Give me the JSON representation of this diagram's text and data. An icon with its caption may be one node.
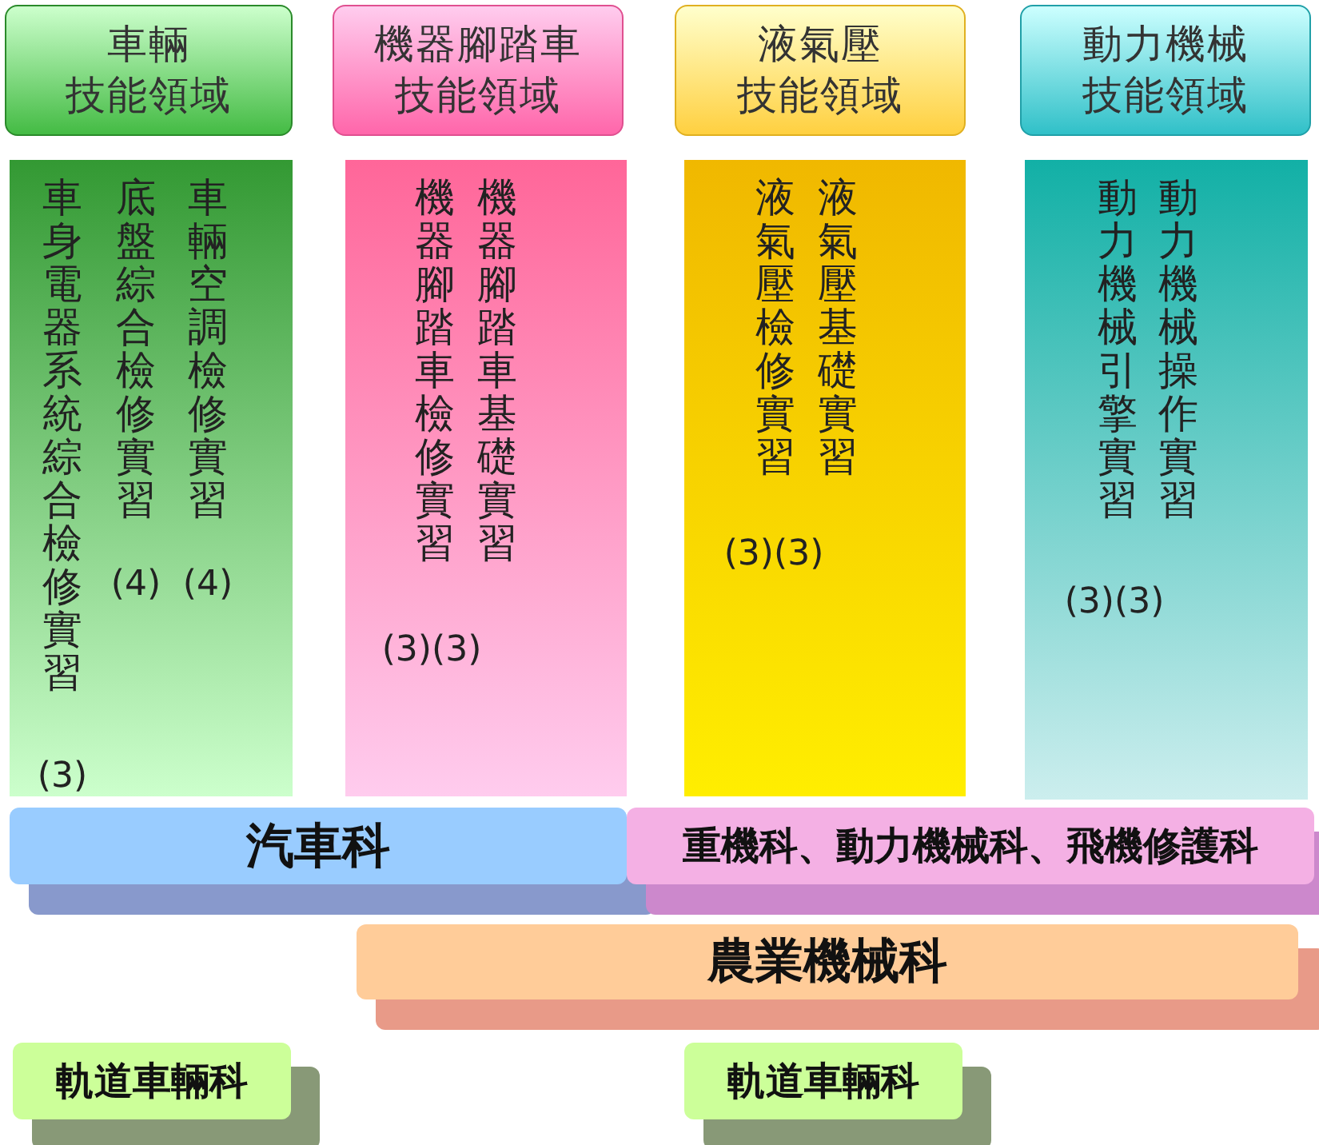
{
  "diagram": {
    "nodes": [
      {
        "text": [
          "車輛技能領域"
        ]
      },
      {
        "text": [
          "機器腳踏車技能領域"
        ]
      },
      {
        "text": [
          "液氣壓技能領域"
        ]
      },
      {
        "text": [
          "動力機械技能領域"
        ]
      },
      {
        "text": [
          "車輛空調檢修實習",
          "(4)",
          "底盤綜合檢修實習",
          "(4)",
          "車身電器系統綜合檢修實習",
          "(3)"
        ]
      },
      {
        "text": [
          "機器腳踏車檢修實習",
          "機器腳踏車基礎實習",
          "(3)(3)"
        ]
      },
      {
        "text": [
          "液氣壓檢修實習",
          "液氣壓基礎實習",
          "(3)(3)"
        ]
      },
      {
        "text": [
          "動力機械引擎實習",
          "動力機械操作實習",
          "(3)(3)"
        ]
      },
      {
        "text": [
          "汽車科"
        ]
      },
      {
        "text": [
          "重機科、動力機械科、飛機修護科"
        ]
      },
      {
        "text": [
          "農業機械科"
        ]
      },
      {
        "text": [
          "軌道車輛科"
        ]
      },
      {
        "text": [
          "軌道車輛科"
        ]
      }
    ]
  }
}
